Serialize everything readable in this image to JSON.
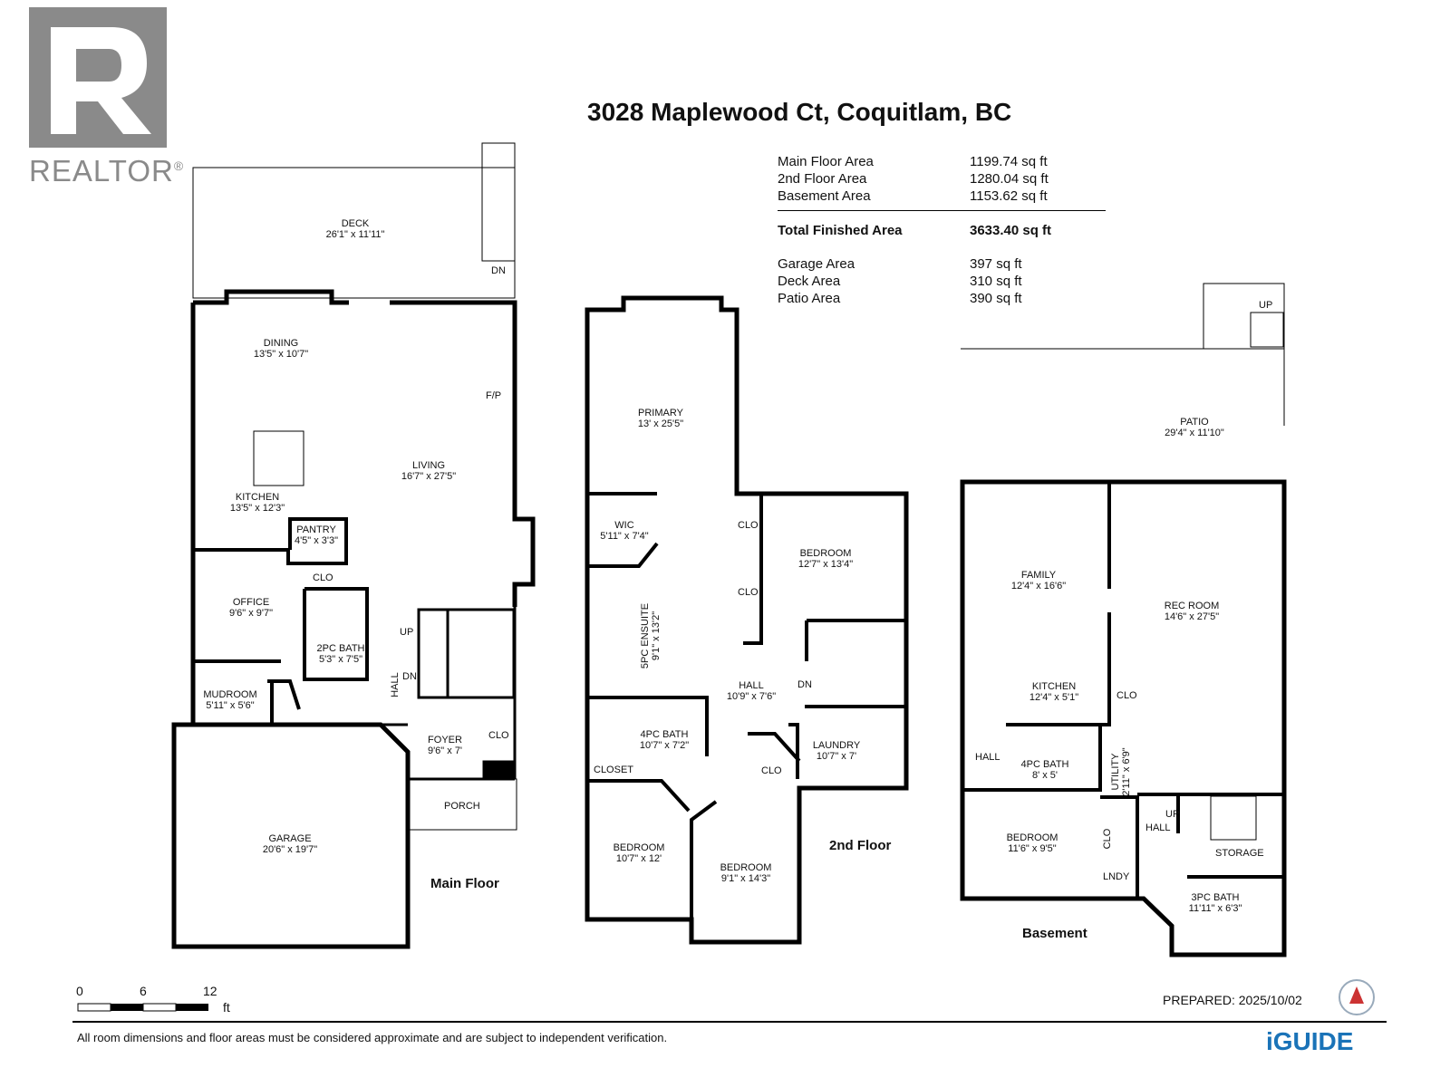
{
  "branding": {
    "logo_letter": "R",
    "realtor": "REALTOR",
    "registered": "®",
    "iguide": "iGUIDE"
  },
  "title": "3028 Maplewood Ct, Coquitlam, BC",
  "areas": [
    {
      "label": "Main Floor Area",
      "value": "1199.74 sq ft"
    },
    {
      "label": "2nd Floor Area",
      "value": "1280.04 sq ft"
    },
    {
      "label": "Basement Area",
      "value": "1153.62 sq ft"
    },
    {
      "label": "Total Finished Area",
      "value": "3633.40 sq ft"
    },
    {
      "label": "Garage Area",
      "value": "397 sq ft"
    },
    {
      "label": "Deck Area",
      "value": "310 sq ft"
    },
    {
      "label": "Patio Area",
      "value": "390 sq ft"
    }
  ],
  "floors": {
    "main": {
      "name": "Main Floor",
      "rooms": [
        {
          "name": "DECK",
          "dim": "26'1\" x 11'11\""
        },
        {
          "name": "DINING",
          "dim": "13'5\" x 10'7\""
        },
        {
          "name": "LIVING",
          "dim": "16'7\" x 27'5\""
        },
        {
          "name": "KITCHEN",
          "dim": "13'5\" x 12'3\""
        },
        {
          "name": "PANTRY",
          "dim": "4'5\" x 3'3\""
        },
        {
          "name": "OFFICE",
          "dim": "9'6\" x 9'7\""
        },
        {
          "name": "2PC BATH",
          "dim": "5'3\" x 7'5\""
        },
        {
          "name": "MUDROOM",
          "dim": "5'11\" x 5'6\""
        },
        {
          "name": "FOYER",
          "dim": "9'6\" x 7'"
        },
        {
          "name": "GARAGE",
          "dim": "20'6\" x 19'7\""
        }
      ],
      "tags": [
        "DN",
        "F/P",
        "CLO",
        "UP",
        "DN",
        "HALL",
        "CLO",
        "PORCH"
      ]
    },
    "second": {
      "name": "2nd Floor",
      "rooms": [
        {
          "name": "PRIMARY",
          "dim": "13' x 25'5\""
        },
        {
          "name": "WIC",
          "dim": "5'11\" x 7'4\""
        },
        {
          "name": "5PC ENSUITE",
          "dim": "9'1\" x 13'2\""
        },
        {
          "name": "BEDROOM",
          "dim": "12'7\" x 13'4\""
        },
        {
          "name": "HALL",
          "dim": "10'9\" x 7'6\""
        },
        {
          "name": "4PC BATH",
          "dim": "10'7\" x 7'2\""
        },
        {
          "name": "LAUNDRY",
          "dim": "10'7\" x 7'"
        },
        {
          "name": "BEDROOM",
          "dim": "10'7\" x 12'"
        },
        {
          "name": "BEDROOM",
          "dim": "9'1\" x 14'3\""
        }
      ],
      "tags": [
        "CLO",
        "CLO",
        "DN",
        "CLOSET",
        "CLO"
      ]
    },
    "basement": {
      "name": "Basement",
      "rooms": [
        {
          "name": "PATIO",
          "dim": "29'4\" x 11'10\""
        },
        {
          "name": "FAMILY",
          "dim": "12'4\" x 16'6\""
        },
        {
          "name": "REC ROOM",
          "dim": "14'6\" x 27'5\""
        },
        {
          "name": "KITCHEN",
          "dim": "12'4\" x 5'1\""
        },
        {
          "name": "4PC BATH",
          "dim": "8' x 5'"
        },
        {
          "name": "UTILITY",
          "dim": "2'11\" x 6'9\""
        },
        {
          "name": "BEDROOM",
          "dim": "11'6\" x 9'5\""
        },
        {
          "name": "3PC BATH",
          "dim": "11'11\" x 6'3\""
        }
      ],
      "tags": [
        "UP",
        "CLO",
        "HALL",
        "UP",
        "HALL",
        "STORAGE",
        "CLO",
        "LNDY"
      ]
    }
  },
  "scale": {
    "ticks": [
      "0",
      "6",
      "12"
    ],
    "unit": "ft"
  },
  "prepared": "PREPARED: 2025/10/02",
  "disclaimer": "All room dimensions and floor areas must be considered approximate and are subject to independent verification."
}
